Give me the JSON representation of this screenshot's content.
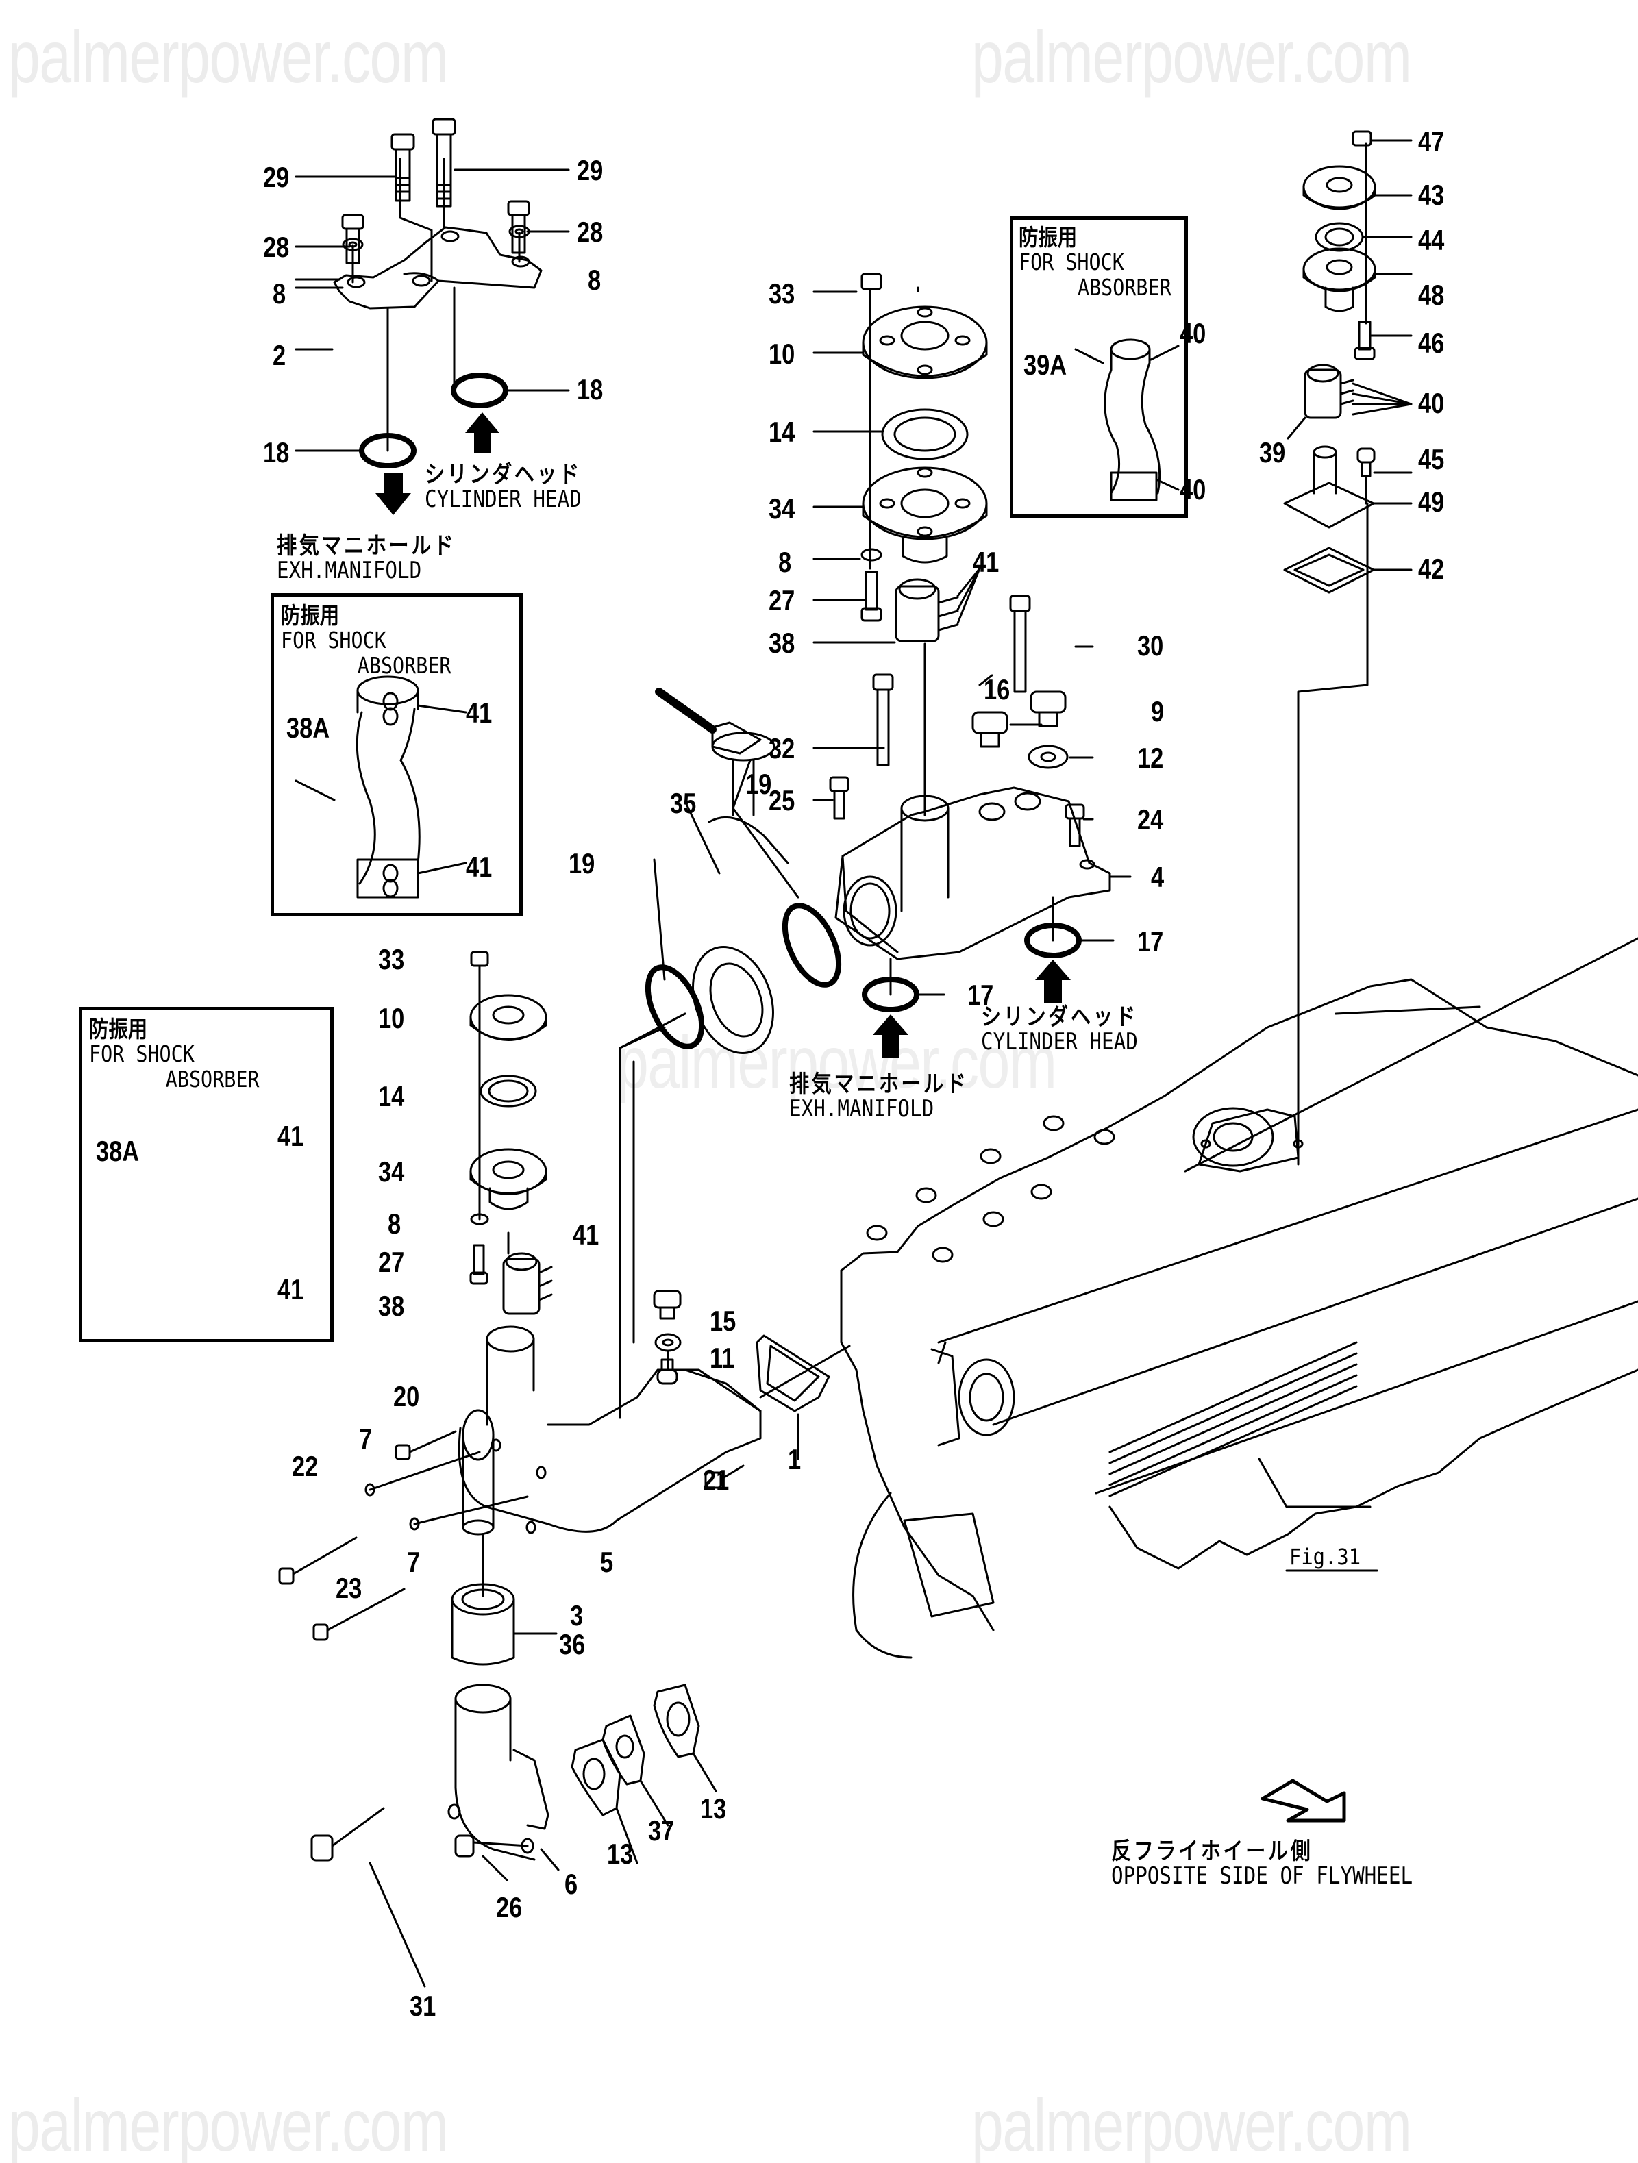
{
  "watermark": "palmerpower.com",
  "notes": {
    "exh_manifold_jp": "排気マニホールド",
    "exh_manifold_en": "EXH.MANIFOLD",
    "cylinder_head_jp": "シリンダヘッド",
    "cylinder_head_en": "CYLINDER HEAD",
    "opposite_side_jp": "反フライホイール側",
    "opposite_side_en": "OPPOSITE SIDE OF FLYWHEEL",
    "fig_ref": "Fig.31"
  },
  "shock_boxes": [
    {
      "title_jp": "防振用",
      "title_en_1": "FOR SHOCK",
      "title_en_2": "ABSORBER",
      "part": "38A",
      "clamp_top": "41",
      "clamp_bottom": "41"
    },
    {
      "title_jp": "防振用",
      "title_en_1": "FOR SHOCK",
      "title_en_2": "ABSORBER",
      "part": "38A",
      "clamp_top": "41",
      "clamp_bottom": "41"
    },
    {
      "title_jp": "防振用",
      "title_en_1": "FOR SHOCK",
      "title_en_2": "ABSORBER",
      "part": "39A",
      "clamp_top": "40",
      "clamp_bottom": "40"
    }
  ],
  "callouts": [
    {
      "id": "c29a",
      "label": "29"
    },
    {
      "id": "c29b",
      "label": "29"
    },
    {
      "id": "c28a",
      "label": "28"
    },
    {
      "id": "c28b",
      "label": "28"
    },
    {
      "id": "c8a",
      "label": "8"
    },
    {
      "id": "c8b",
      "label": "8"
    },
    {
      "id": "c2",
      "label": "2"
    },
    {
      "id": "c18a",
      "label": "18"
    },
    {
      "id": "c18b",
      "label": "18"
    },
    {
      "id": "c33a",
      "label": "33"
    },
    {
      "id": "c10a",
      "label": "10"
    },
    {
      "id": "c14a",
      "label": "14"
    },
    {
      "id": "c34a",
      "label": "34"
    },
    {
      "id": "c8c",
      "label": "8"
    },
    {
      "id": "c27a",
      "label": "27"
    },
    {
      "id": "c38a",
      "label": "38"
    },
    {
      "id": "c41a",
      "label": "41"
    },
    {
      "id": "c30",
      "label": "30"
    },
    {
      "id": "c16",
      "label": "16"
    },
    {
      "id": "c9",
      "label": "9"
    },
    {
      "id": "c12",
      "label": "12"
    },
    {
      "id": "c32",
      "label": "32"
    },
    {
      "id": "c25",
      "label": "25"
    },
    {
      "id": "c24",
      "label": "24"
    },
    {
      "id": "c4",
      "label": "4"
    },
    {
      "id": "c19a",
      "label": "19"
    },
    {
      "id": "c19b",
      "label": "19"
    },
    {
      "id": "c35",
      "label": "35"
    },
    {
      "id": "c17a",
      "label": "17"
    },
    {
      "id": "c17b",
      "label": "17"
    },
    {
      "id": "c47",
      "label": "47"
    },
    {
      "id": "c43",
      "label": "43"
    },
    {
      "id": "c44",
      "label": "44"
    },
    {
      "id": "c48",
      "label": "48"
    },
    {
      "id": "c46",
      "label": "46"
    },
    {
      "id": "c40",
      "label": "40"
    },
    {
      "id": "c39",
      "label": "39"
    },
    {
      "id": "c45",
      "label": "45"
    },
    {
      "id": "c49",
      "label": "49"
    },
    {
      "id": "c42",
      "label": "42"
    },
    {
      "id": "c33b",
      "label": "33"
    },
    {
      "id": "c10b",
      "label": "10"
    },
    {
      "id": "c14b",
      "label": "14"
    },
    {
      "id": "c34b",
      "label": "34"
    },
    {
      "id": "c8d",
      "label": "8"
    },
    {
      "id": "c27b",
      "label": "27"
    },
    {
      "id": "c38b",
      "label": "38"
    },
    {
      "id": "c41b",
      "label": "41"
    },
    {
      "id": "c15",
      "label": "15"
    },
    {
      "id": "c11",
      "label": "11"
    },
    {
      "id": "c20",
      "label": "20"
    },
    {
      "id": "c7a",
      "label": "7"
    },
    {
      "id": "c7b",
      "label": "7"
    },
    {
      "id": "c22",
      "label": "22"
    },
    {
      "id": "c23",
      "label": "23"
    },
    {
      "id": "c21",
      "label": "21"
    },
    {
      "id": "c1",
      "label": "1"
    },
    {
      "id": "c5",
      "label": "5"
    },
    {
      "id": "c3",
      "label": "3"
    },
    {
      "id": "c36",
      "label": "36"
    },
    {
      "id": "c13a",
      "label": "13"
    },
    {
      "id": "c13b",
      "label": "13"
    },
    {
      "id": "c37",
      "label": "37"
    },
    {
      "id": "c6",
      "label": "6"
    },
    {
      "id": "c26",
      "label": "26"
    },
    {
      "id": "c31",
      "label": "31"
    }
  ]
}
